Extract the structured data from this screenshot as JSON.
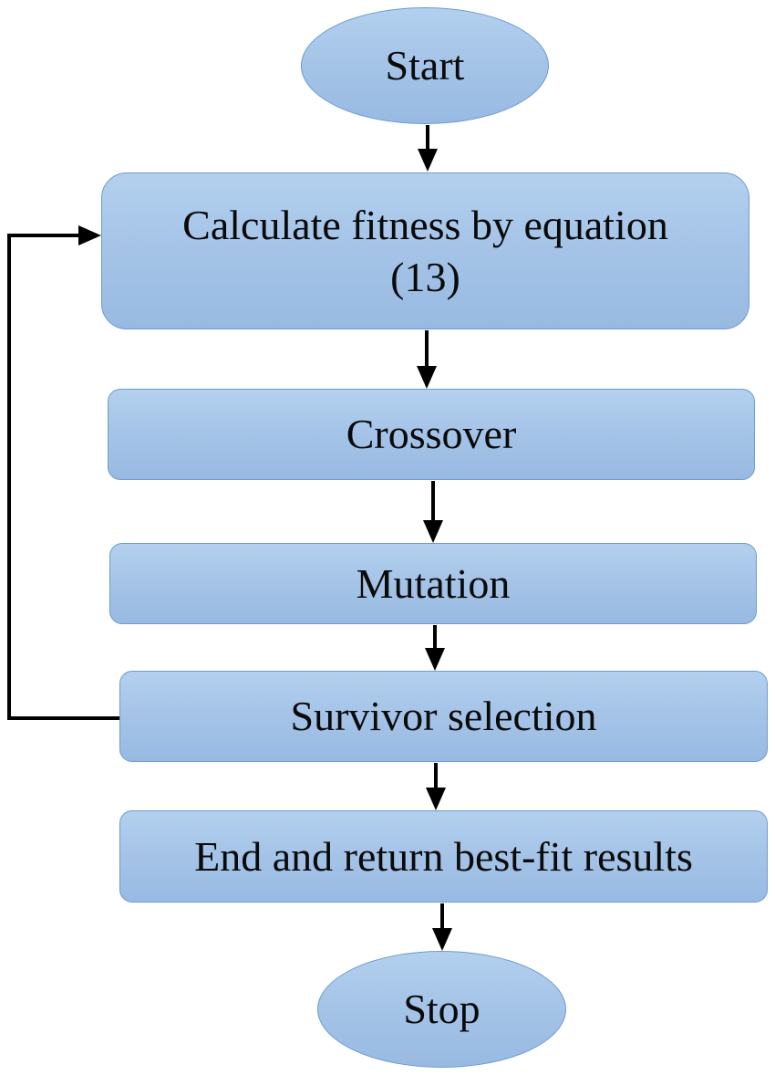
{
  "flowchart": {
    "start": "Start",
    "fitness": {
      "line1": "Calculate fitness by equation",
      "line2": "(13)"
    },
    "crossover": "Crossover",
    "mutation": "Mutation",
    "survivor": "Survivor selection",
    "end": "End and return best-fit results",
    "stop": "Stop"
  },
  "colors": {
    "node_fill": "#a4c3e7",
    "node_border": "#6c9bd2",
    "connector": "#000000"
  }
}
